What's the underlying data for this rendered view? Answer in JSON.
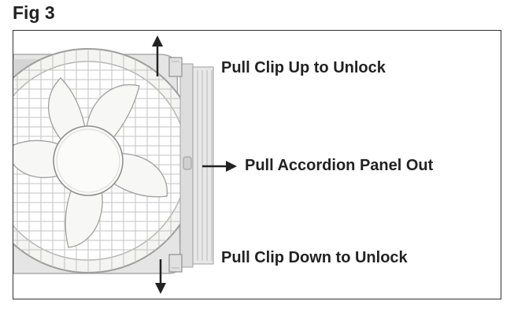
{
  "figure": {
    "label": "Fig 3",
    "colors": {
      "frame": "#333333",
      "fan_body": "#e4e5e4",
      "fan_shadow": "#c9cac9",
      "arrow": "#222222"
    },
    "callouts": {
      "clip_up": "Pull Clip Up to Unlock",
      "panel_out": "Pull Accordion Panel Out",
      "clip_down": "Pull Clip Down to Unlock"
    }
  }
}
